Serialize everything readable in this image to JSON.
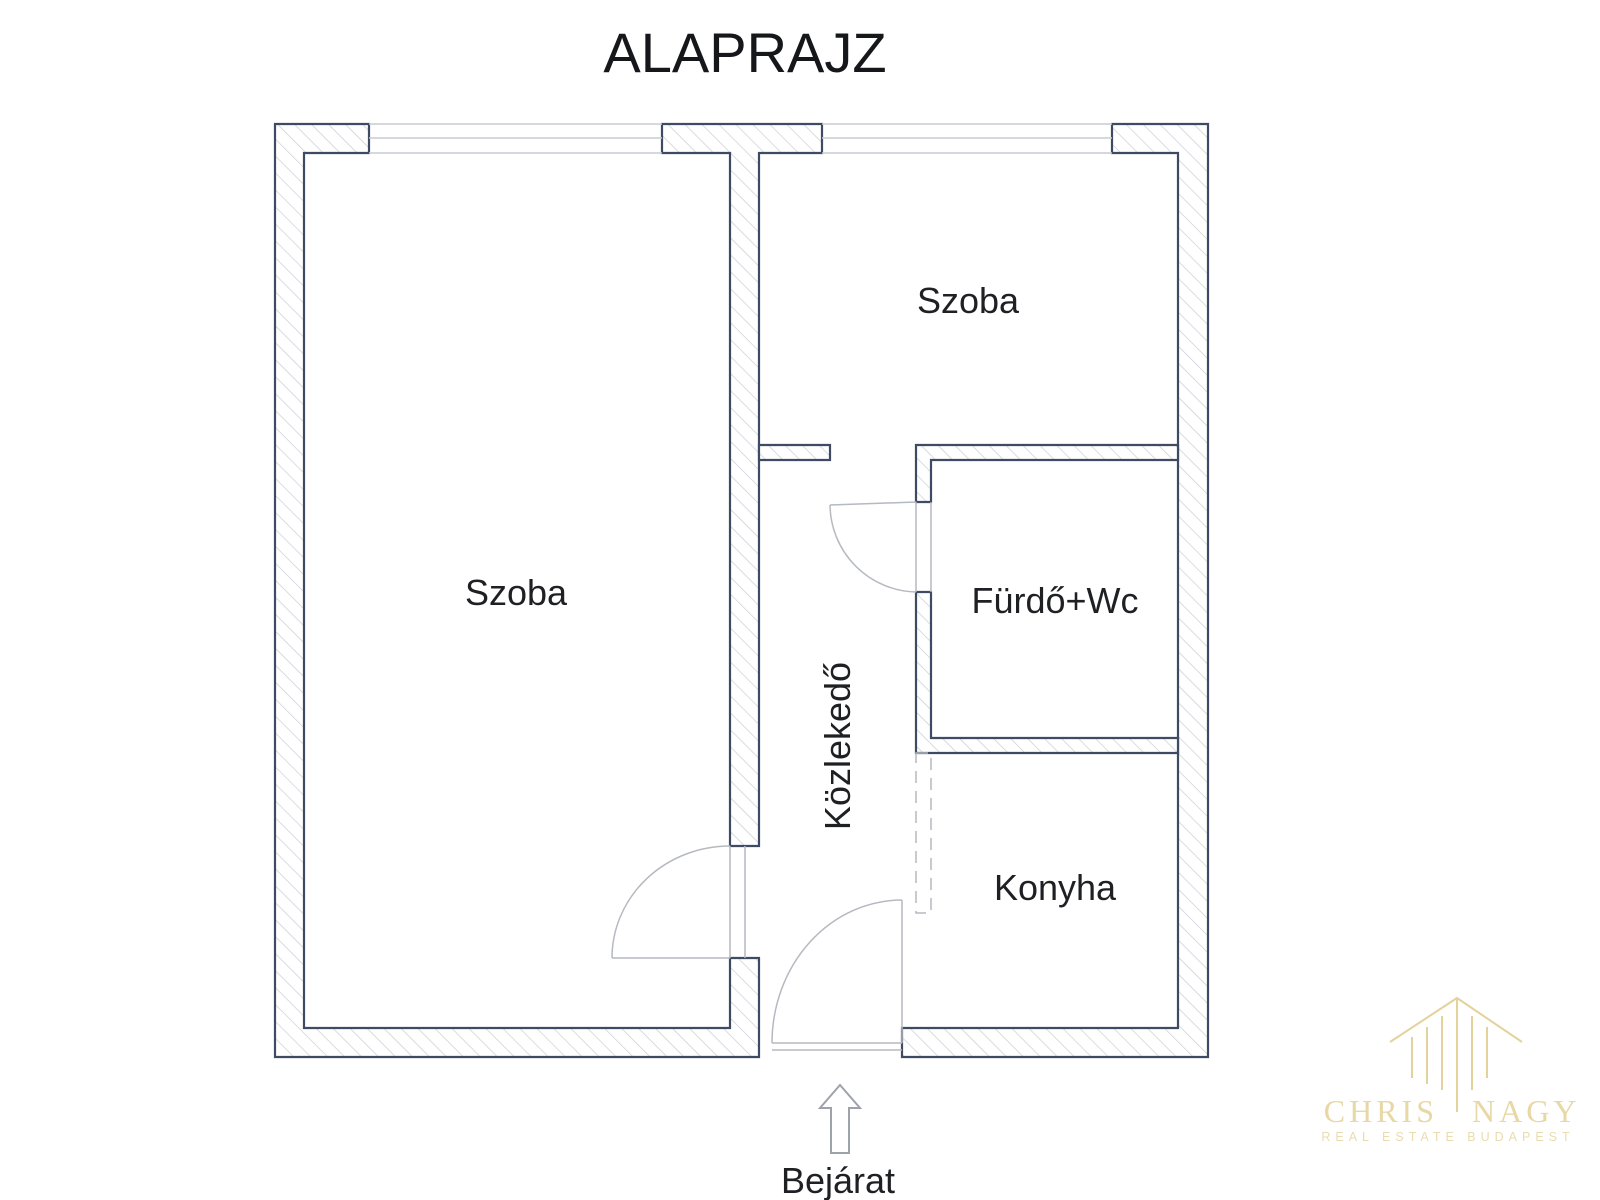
{
  "title": "ALAPRAJZ",
  "rooms": {
    "left_room": "Szoba",
    "top_right_room": "Szoba",
    "bathroom": "Fürdő+Wc",
    "kitchen": "Konyha",
    "hallway": "Közlekedő"
  },
  "entrance": "Bejárat",
  "logo": {
    "name_left": "CHRIS",
    "name_right": "NAGY",
    "tagline": "REAL ESTATE BUDAPEST"
  },
  "colors": {
    "wall": "#3f4b63",
    "hatch": "#c9cdd4",
    "door": "#b5b9c0",
    "logo": "#e3d29a"
  }
}
